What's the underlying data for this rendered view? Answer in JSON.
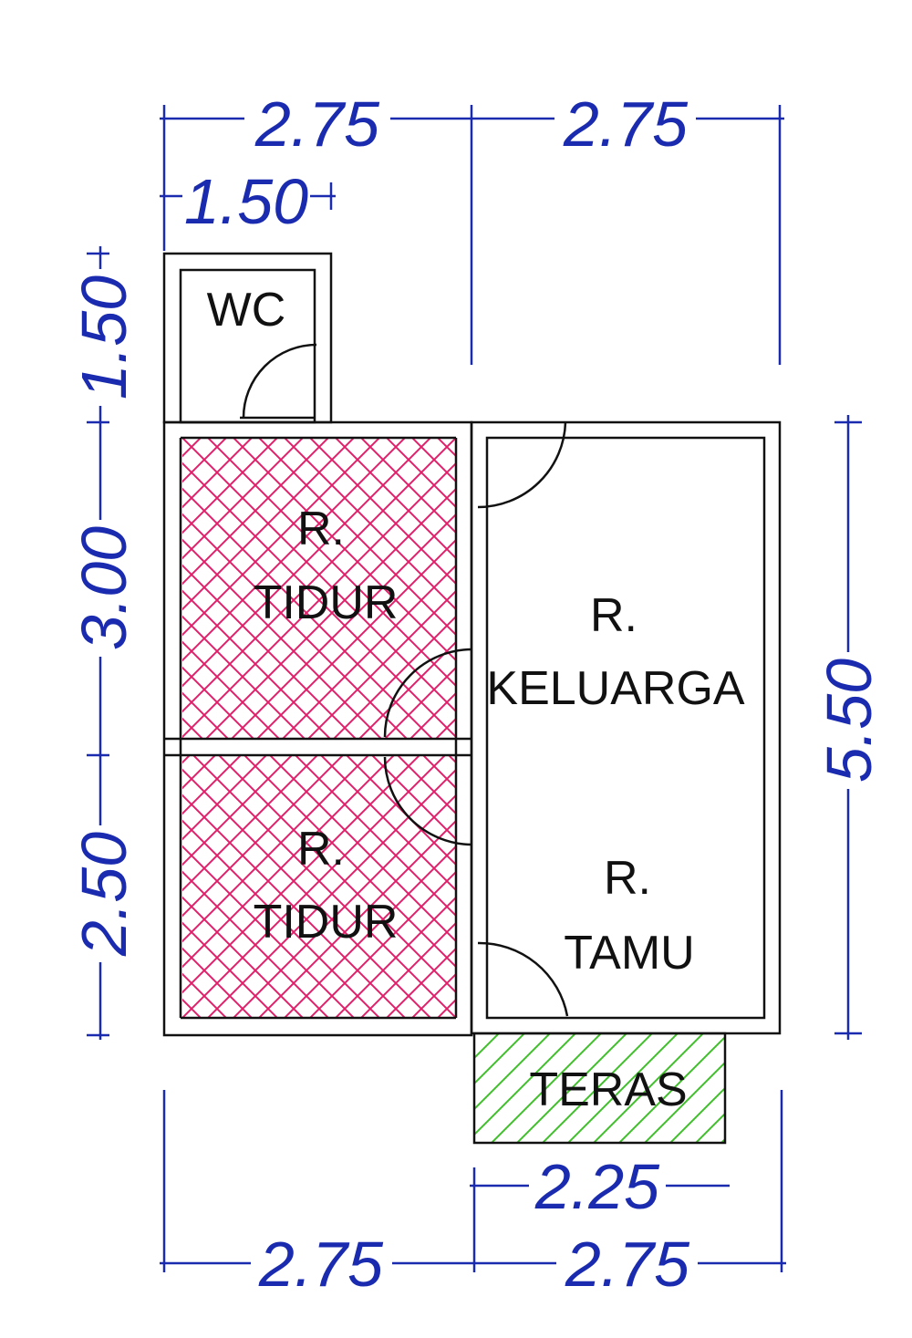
{
  "rooms": {
    "wc": "WC",
    "bedroom_top_line1": "R.",
    "bedroom_top_line2": "TIDUR",
    "bedroom_bottom_line1": "R.",
    "bedroom_bottom_line2": "TIDUR",
    "family_line1": "R.",
    "family_line2": "KELUARGA",
    "guest_line1": "R.",
    "guest_line2": "TAMU",
    "terrace": "TERAS"
  },
  "dimensions": {
    "top_left": "2.75",
    "top_right": "2.75",
    "top_wc": "1.50",
    "left_wc": "1.50",
    "left_bedroom_top": "3.00",
    "left_bedroom_bottom": "2.50",
    "right_total": "5.50",
    "terrace_width": "2.25",
    "bottom_left": "2.75",
    "bottom_right": "2.75"
  },
  "colors": {
    "dimension": "#1a2bb0",
    "bedroom_hatch": "#e0206a",
    "terrace_hatch": "#3fbf2a",
    "wall": "#111111"
  }
}
